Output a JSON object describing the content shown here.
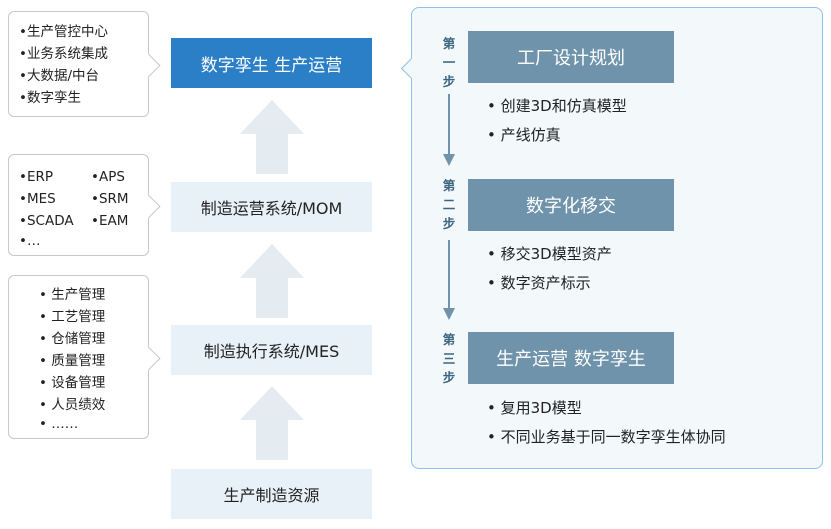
{
  "callouts": {
    "top": [
      "•生产管控中心",
      "•业务系统集成",
      "•大数据/中台",
      "•数字孪生"
    ],
    "systems": [
      "•ERP",
      "•APS",
      "•MES",
      "•SRM",
      "•SCADA",
      "•EAM",
      "•…"
    ],
    "mes_functions": [
      "• 生产管理",
      "• 工艺管理",
      "• 仓储管理",
      "• 质量管理",
      "• 设备管理",
      "• 人员绩效",
      "• ……"
    ]
  },
  "stack": {
    "top_label": "数字孪生  生产运营",
    "mom_label": "制造运营系统/MOM",
    "mes_label": "制造执行系统/MES",
    "resources_label": "生产制造资源"
  },
  "steps": [
    {
      "label": [
        "第",
        "一",
        "步"
      ],
      "title": "工厂设计规划",
      "bullets": [
        "• 创建3D和仿真模型",
        "• 产线仿真"
      ]
    },
    {
      "label": [
        "第",
        "二",
        "步"
      ],
      "title": "数字化移交",
      "bullets": [
        "• 移交3D模型资产",
        "• 数字资产标示"
      ]
    },
    {
      "label": [
        "第",
        "三",
        "步"
      ],
      "title": "生产运营  数字孪生",
      "bullets": [
        "• 复用3D模型",
        "• 不同业务基于同一数字孪生体协同"
      ]
    }
  ],
  "colors": {
    "top_box": "#2a7fc7",
    "light_box": "#e9f1f8",
    "step_box": "#6e93ab",
    "panel_border": "#8fc2e6",
    "step_arrow": "#6e93ab"
  }
}
